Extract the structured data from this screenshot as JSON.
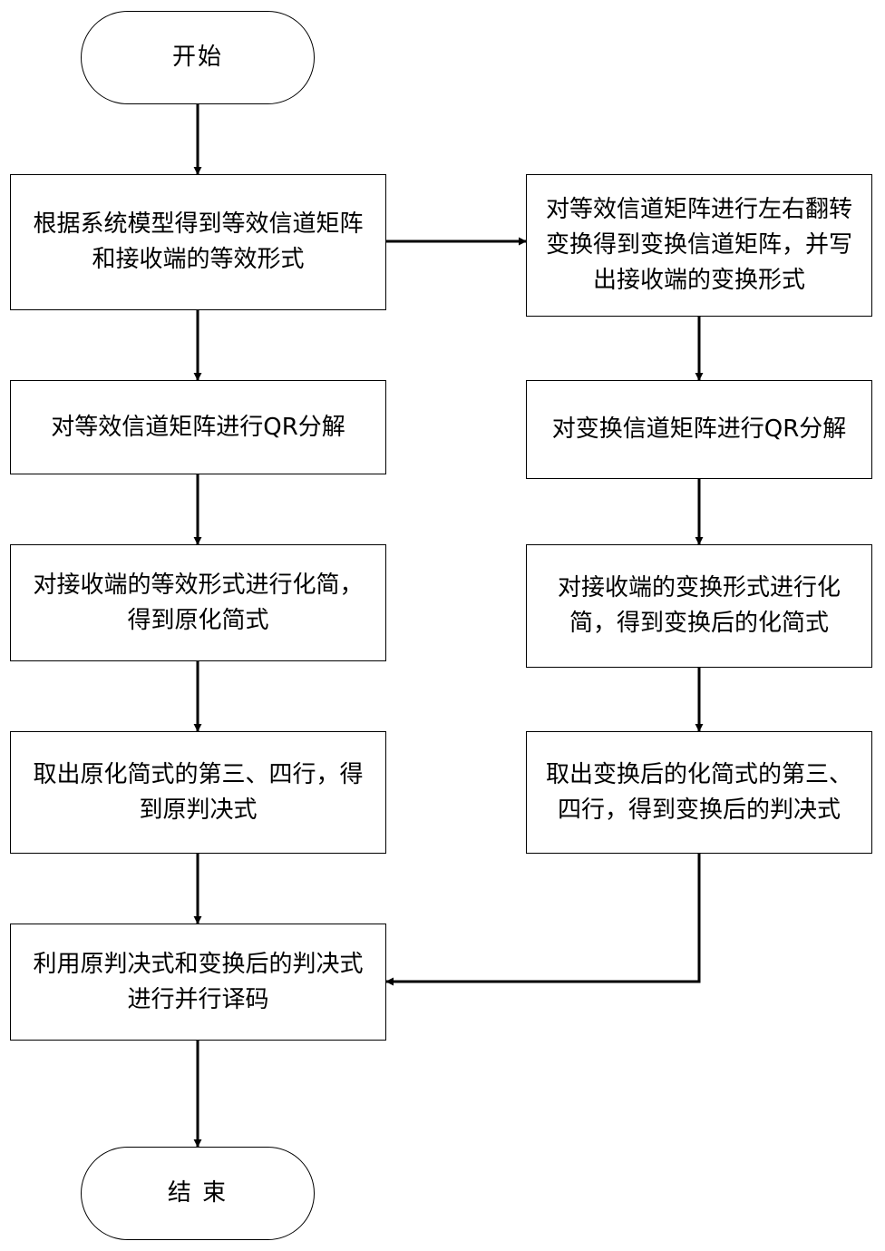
{
  "flowchart": {
    "start": "开始",
    "end": "结 束",
    "left": [
      "根据系统模型得到等效信道矩阵和接收端的等效形式",
      "对等效信道矩阵进行QR分解",
      "对接收端的等效形式进行化简，得到原化简式",
      "取出原化简式的第三、四行，得到原判决式",
      "利用原判决式和变换后的判决式进行并行译码"
    ],
    "right": [
      "对等效信道矩阵进行左右翻转变换得到变换信道矩阵，并写出接收端的变换形式",
      "对变换信道矩阵进行QR分解",
      "对接收端的变换形式进行化简，得到变换后的化简式",
      "取出变换后的化简式的第三、四行，得到变换后的判决式"
    ]
  }
}
